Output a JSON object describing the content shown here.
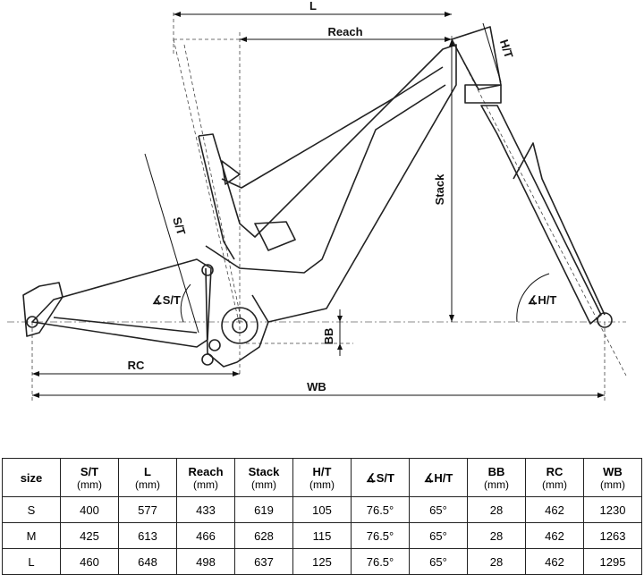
{
  "diagram": {
    "labels": {
      "L": "L",
      "reach": "Reach",
      "ht": "H/T",
      "stack": "Stack",
      "st": "S/T",
      "st_angle": "∡S/T",
      "ht_angle": "∡H/T",
      "bb": "BB",
      "rc": "RC",
      "wb": "WB"
    }
  },
  "table": {
    "columns": [
      {
        "label": "size",
        "unit": ""
      },
      {
        "label": "S/T",
        "unit": "(mm)"
      },
      {
        "label": "L",
        "unit": "(mm)"
      },
      {
        "label": "Reach",
        "unit": "(mm)"
      },
      {
        "label": "Stack",
        "unit": "(mm)"
      },
      {
        "label": "H/T",
        "unit": "(mm)"
      },
      {
        "label": "∡S/T",
        "unit": ""
      },
      {
        "label": "∡H/T",
        "unit": ""
      },
      {
        "label": "BB",
        "unit": "(mm)"
      },
      {
        "label": "RC",
        "unit": "(mm)"
      },
      {
        "label": "WB",
        "unit": "(mm)"
      }
    ],
    "rows": [
      [
        "S",
        "400",
        "577",
        "433",
        "619",
        "105",
        "76.5°",
        "65°",
        "28",
        "462",
        "1230"
      ],
      [
        "M",
        "425",
        "613",
        "466",
        "628",
        "115",
        "76.5°",
        "65°",
        "28",
        "462",
        "1263"
      ],
      [
        "L",
        "460",
        "648",
        "498",
        "637",
        "125",
        "76.5°",
        "65°",
        "28",
        "462",
        "1295"
      ]
    ]
  }
}
